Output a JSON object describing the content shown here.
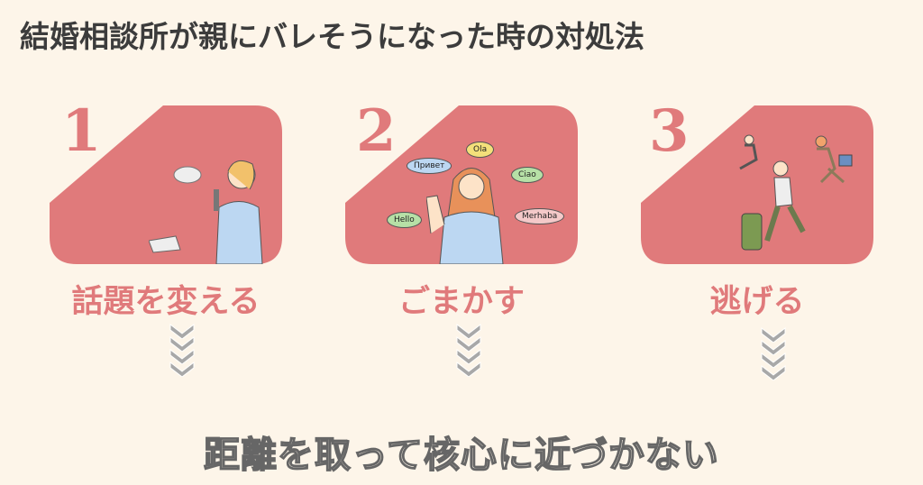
{
  "title": "結婚相談所が親にバレそうになった時の対処法",
  "steps": [
    {
      "number": "1",
      "label": "話題を変える"
    },
    {
      "number": "2",
      "label": "ごまかす",
      "bubbles": [
        "Привет",
        "Ola",
        "Ciao",
        "Hello",
        "Merhaba"
      ]
    },
    {
      "number": "3",
      "label": "逃げる"
    }
  ],
  "conclusion": "距離を取って核心に近づかない",
  "colors": {
    "background": "#fdf5e9",
    "card": "#e07a7b",
    "title": "#3c3c3c",
    "chevron": "#a8a8a8"
  }
}
